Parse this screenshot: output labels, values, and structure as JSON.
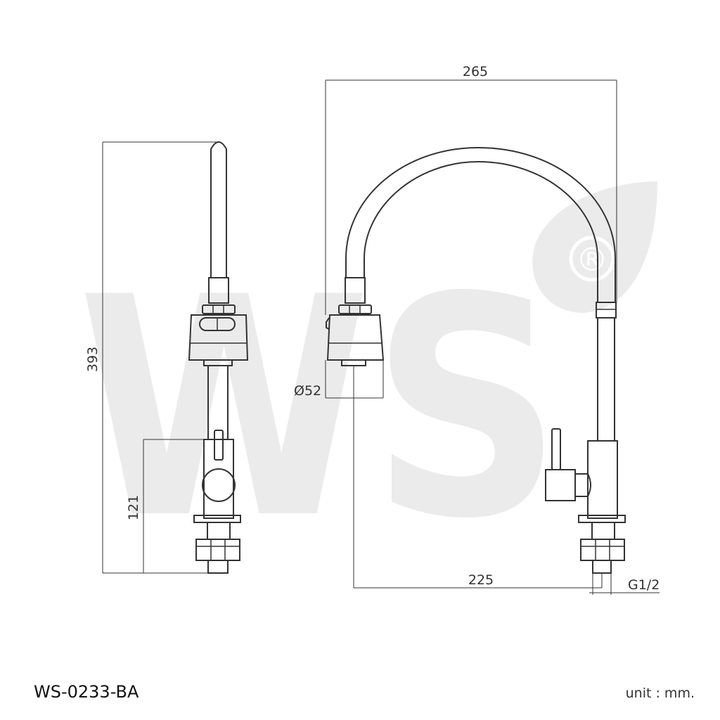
{
  "watermark": {
    "brand": "WS",
    "registered_mark": "®",
    "color": "#ebebeb"
  },
  "dimensions": {
    "height_total": "393",
    "height_handle": "121",
    "width_total": "265",
    "reach": "225",
    "head_diameter": "Ø52",
    "thread": "G1/2"
  },
  "footer": {
    "model": "WS-0233-BA",
    "unit": "unit : mm."
  },
  "colors": {
    "line": "#333333",
    "text": "#111111"
  }
}
